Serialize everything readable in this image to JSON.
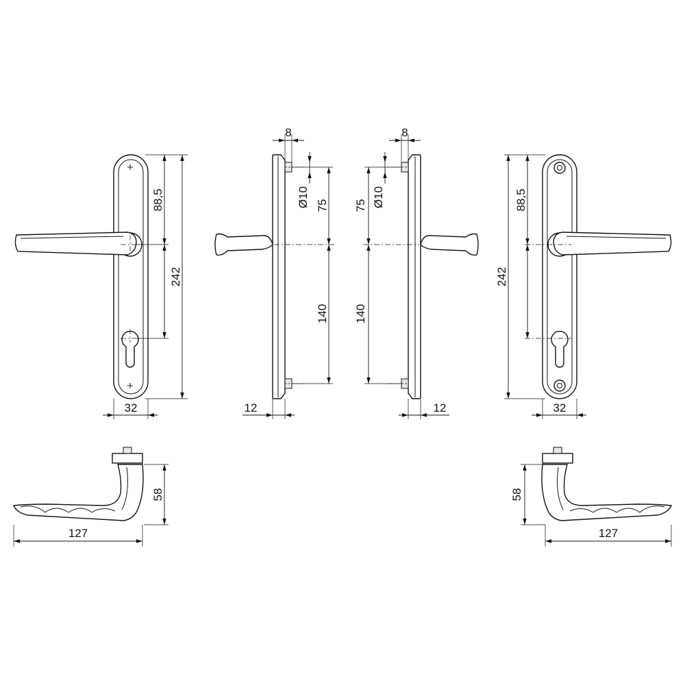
{
  "labels": {
    "front_left_height": "88,5",
    "front_left_total": "242",
    "front_left_width": "32",
    "side_left_pin": "8",
    "side_left_diam": "Ø10",
    "side_left_upper": "75",
    "side_left_lower": "140",
    "side_left_thickness": "12",
    "side_right_pin": "8",
    "side_right_diam": "Ø10",
    "side_right_upper": "75",
    "side_right_lower": "140",
    "side_right_thickness": "12",
    "front_right_height": "88,5",
    "front_right_total": "242",
    "front_right_width": "32",
    "top_left_height": "58",
    "top_left_length": "127",
    "top_right_height": "58",
    "top_right_length": "127"
  },
  "colors": {
    "line": "#111111",
    "background": "#ffffff"
  }
}
